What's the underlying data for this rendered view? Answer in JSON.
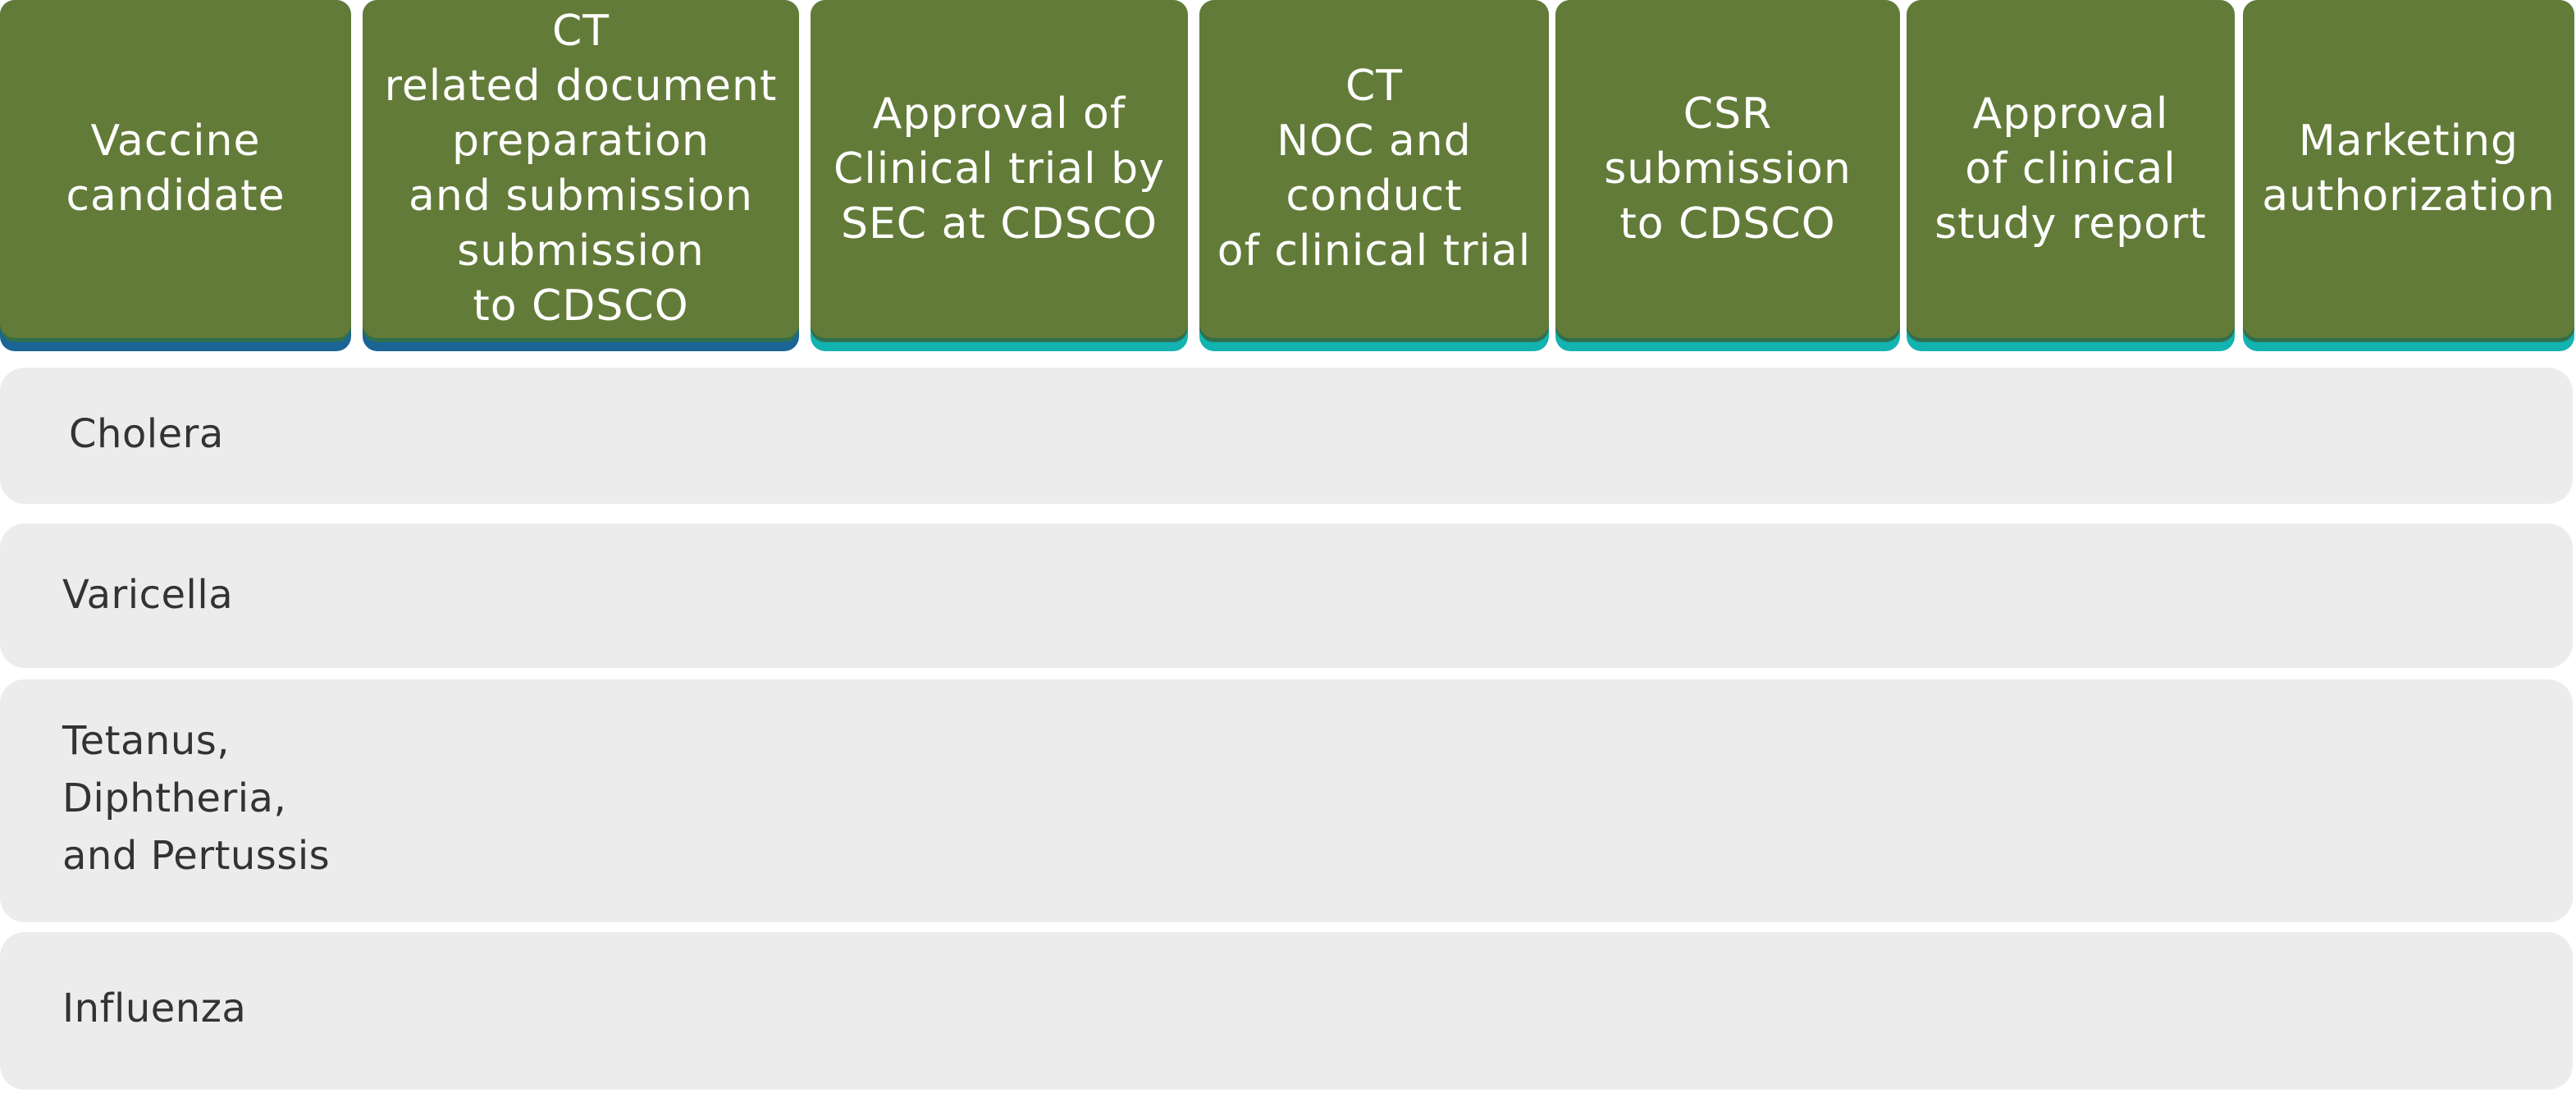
{
  "accents": {
    "header_fill": "#637b38",
    "accent_blue": "#1a6496",
    "accent_teal": "#12b3b0",
    "row_fill": "#ececec",
    "row_text": "#333333"
  },
  "header": {
    "columns": [
      {
        "label": "Vaccine\ncandidate",
        "accent": "blue"
      },
      {
        "label": "CT\nrelated document\npreparation\nand submission\nsubmission\nto CDSCO",
        "accent": "blue"
      },
      {
        "label": "Approval of\nClinical trial by\nSEC at CDSCO",
        "accent": "teal"
      },
      {
        "label": "CT\nNOC and\nconduct\nof clinical trial",
        "accent": "teal"
      },
      {
        "label": "CSR\nsubmission\nto CDSCO",
        "accent": "teal"
      },
      {
        "label": "Approval\nof clinical\nstudy report",
        "accent": "teal"
      },
      {
        "label": "Marketing\nauthorization",
        "accent": "teal"
      }
    ]
  },
  "rows": [
    {
      "label": "Cholera"
    },
    {
      "label": "Varicella"
    },
    {
      "label": "Tetanus,\nDiphtheria,\nand Pertussis"
    },
    {
      "label": "Influenza"
    }
  ]
}
